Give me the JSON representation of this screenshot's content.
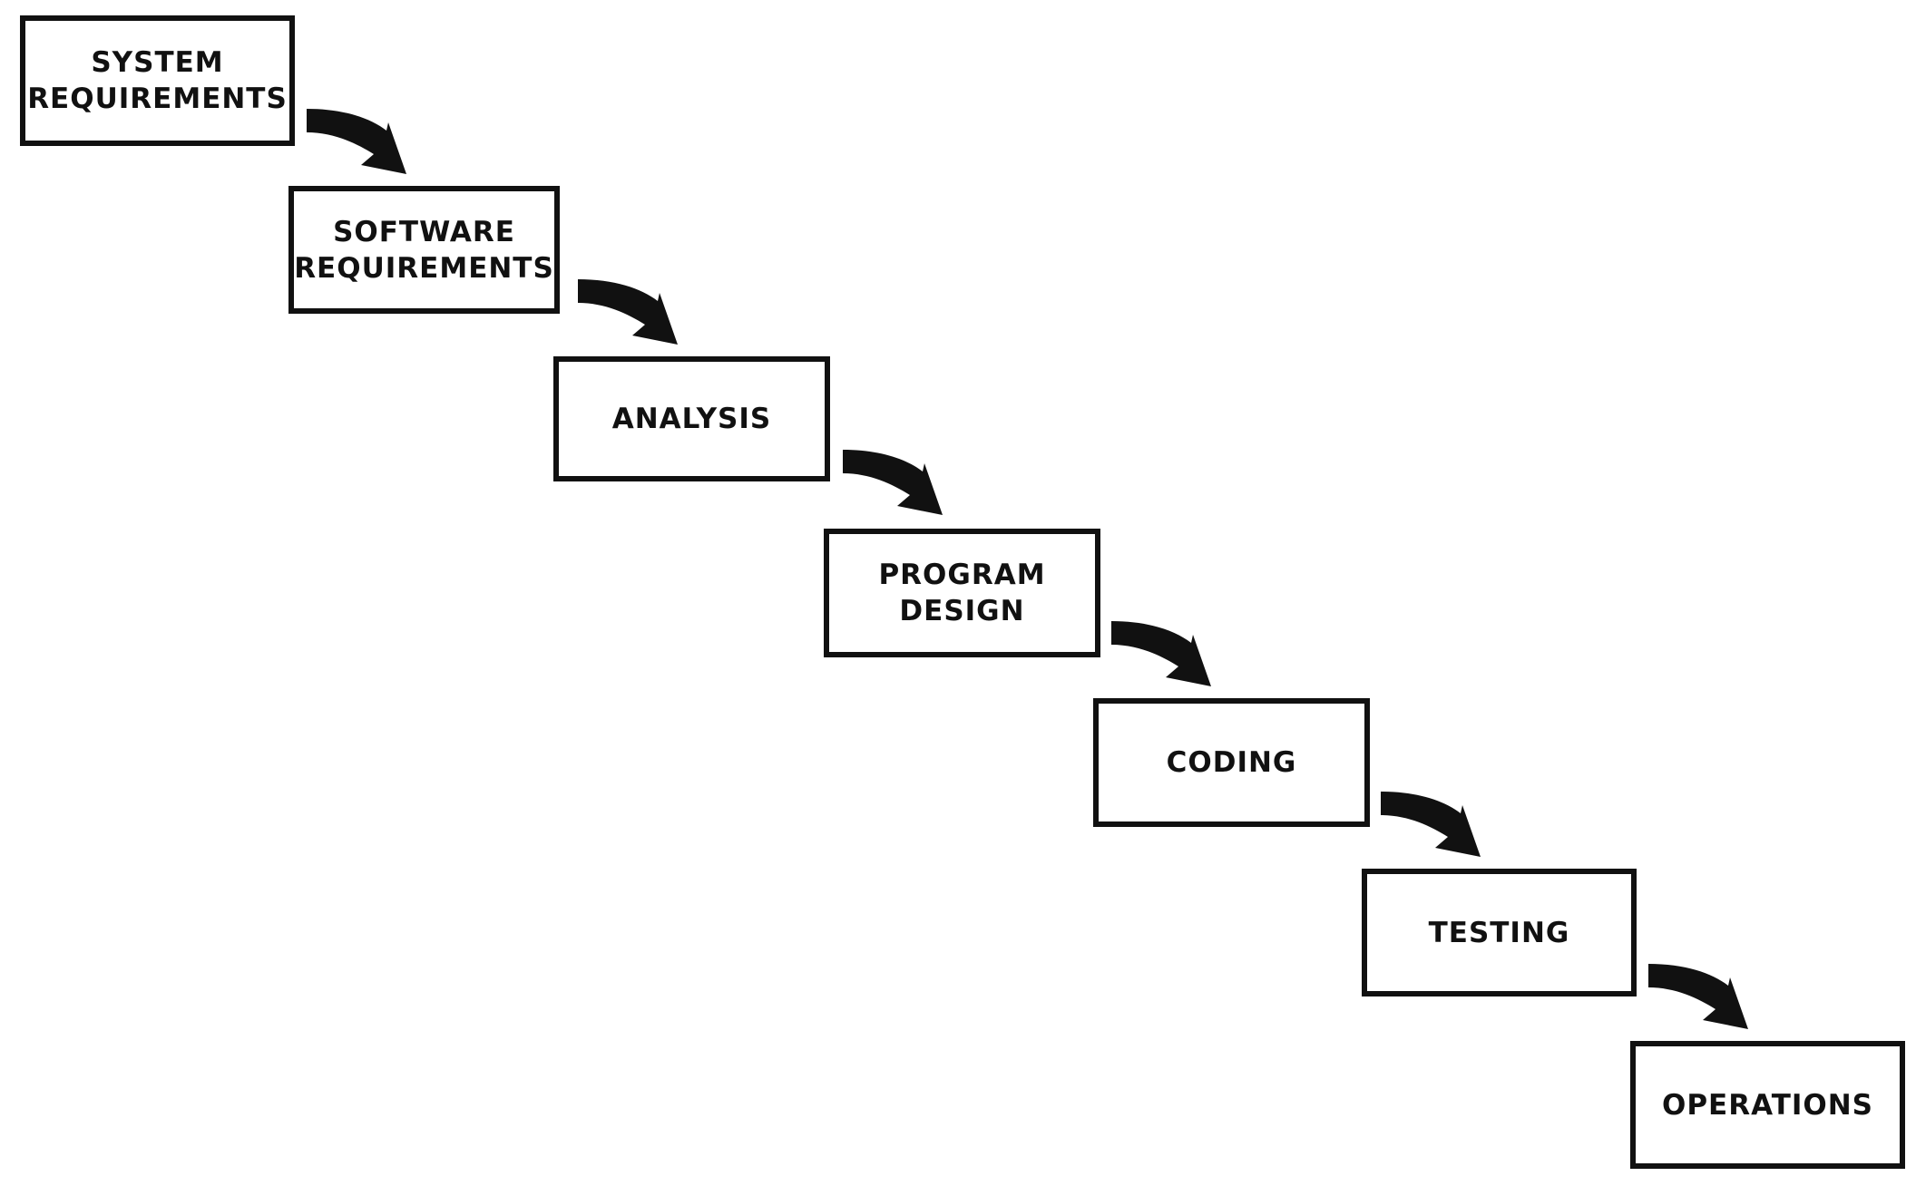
{
  "diagram": {
    "stages": [
      {
        "lines": [
          "SYSTEM",
          "REQUIREMENTS"
        ]
      },
      {
        "lines": [
          "SOFTWARE",
          "REQUIREMENTS"
        ]
      },
      {
        "lines": [
          "ANALYSIS"
        ]
      },
      {
        "lines": [
          "PROGRAM",
          "DESIGN"
        ]
      },
      {
        "lines": [
          "CODING"
        ]
      },
      {
        "lines": [
          "TESTING"
        ]
      },
      {
        "lines": [
          "OPERATIONS"
        ]
      }
    ],
    "arrow_icon": "curved-arrow-down-right-icon",
    "line_color": "#111111",
    "background_color": "#ffffff"
  }
}
